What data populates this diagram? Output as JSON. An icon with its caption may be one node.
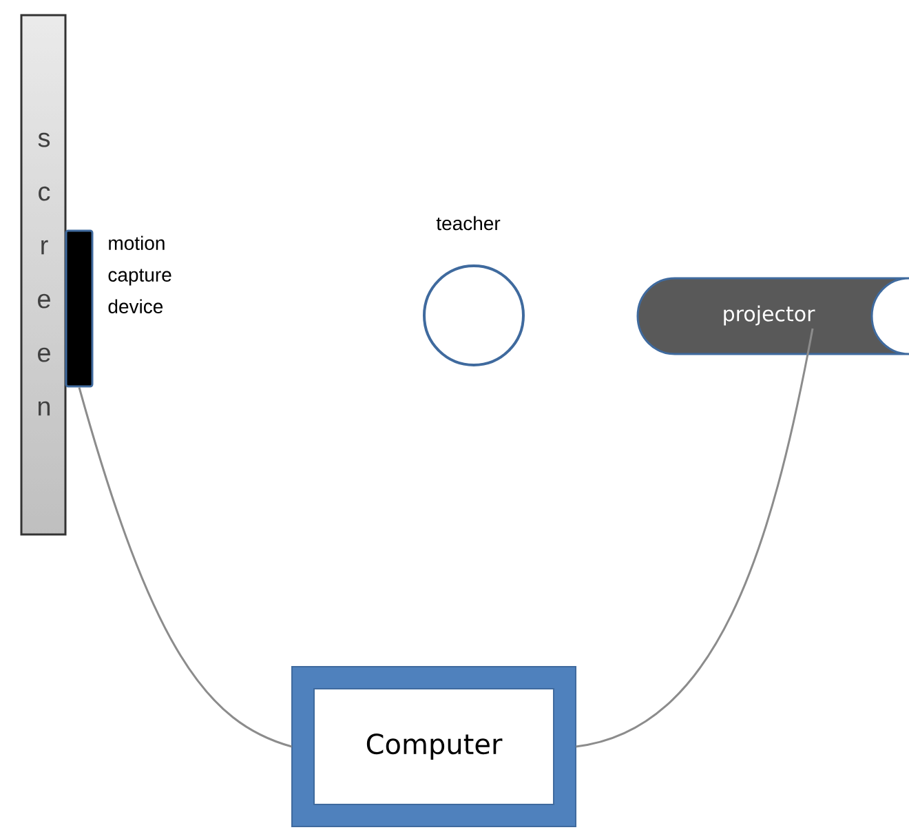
{
  "diagram": {
    "nodes": [
      {
        "text": [
          "screen"
        ]
      },
      {
        "text": [],
        "shape": "bar",
        "beside": [
          "motion capture device"
        ]
      },
      {
        "text": [
          "teacher"
        ]
      },
      {
        "text": [
          "projector"
        ]
      },
      {
        "text": [
          "Computer"
        ]
      }
    ],
    "edges": [
      {
        "from": 1,
        "to": 4,
        "arrow": "none"
      },
      {
        "from": 3,
        "to": 4,
        "arrow": "none"
      }
    ]
  }
}
